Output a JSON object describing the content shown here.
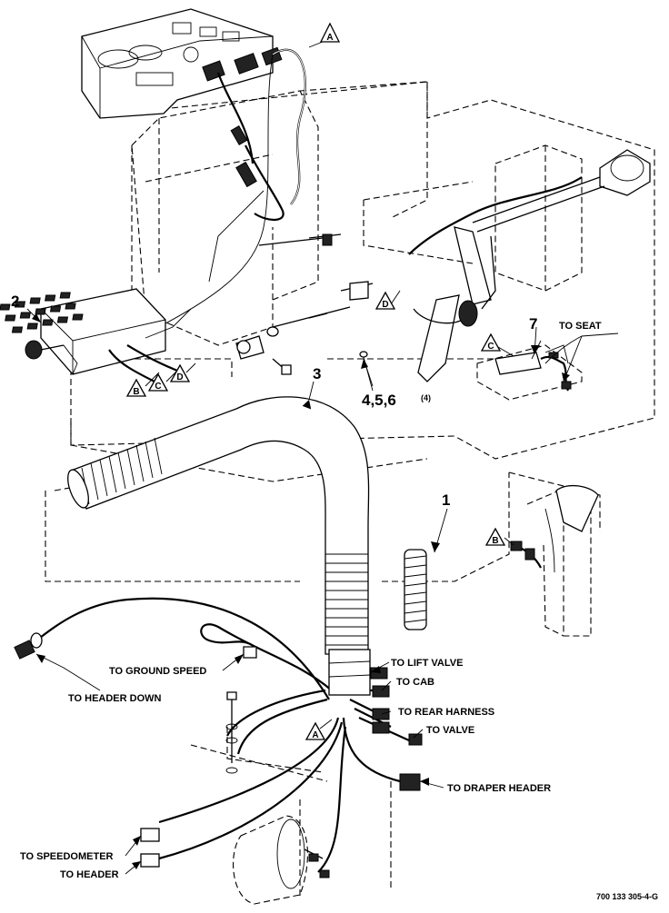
{
  "callouts": {
    "item1": "1",
    "item2": "2",
    "item3": "3",
    "item7": "7",
    "item456": "4,5,6",
    "item456_qty": "(4)"
  },
  "connectors": {
    "a_top": "A",
    "a_bottom": "A",
    "b_left": "B",
    "c_left": "C",
    "d_left": "D",
    "d_mid": "D",
    "c_right": "C",
    "b_right": "B"
  },
  "labels": {
    "to_seat": "TO SEAT",
    "to_ground_speed": "TO GROUND SPEED",
    "to_header_down": "TO HEADER DOWN",
    "to_lift_valve": "TO LIFT VALVE",
    "to_cab": "TO CAB",
    "to_rear_harness": "TO REAR HARNESS",
    "to_valve": "TO VALVE",
    "to_draper_header": "TO DRAPER HEADER",
    "to_speedometer": "TO SPEEDOMETER",
    "to_header": "TO HEADER"
  },
  "figure_number": "700 133 305-4-G"
}
